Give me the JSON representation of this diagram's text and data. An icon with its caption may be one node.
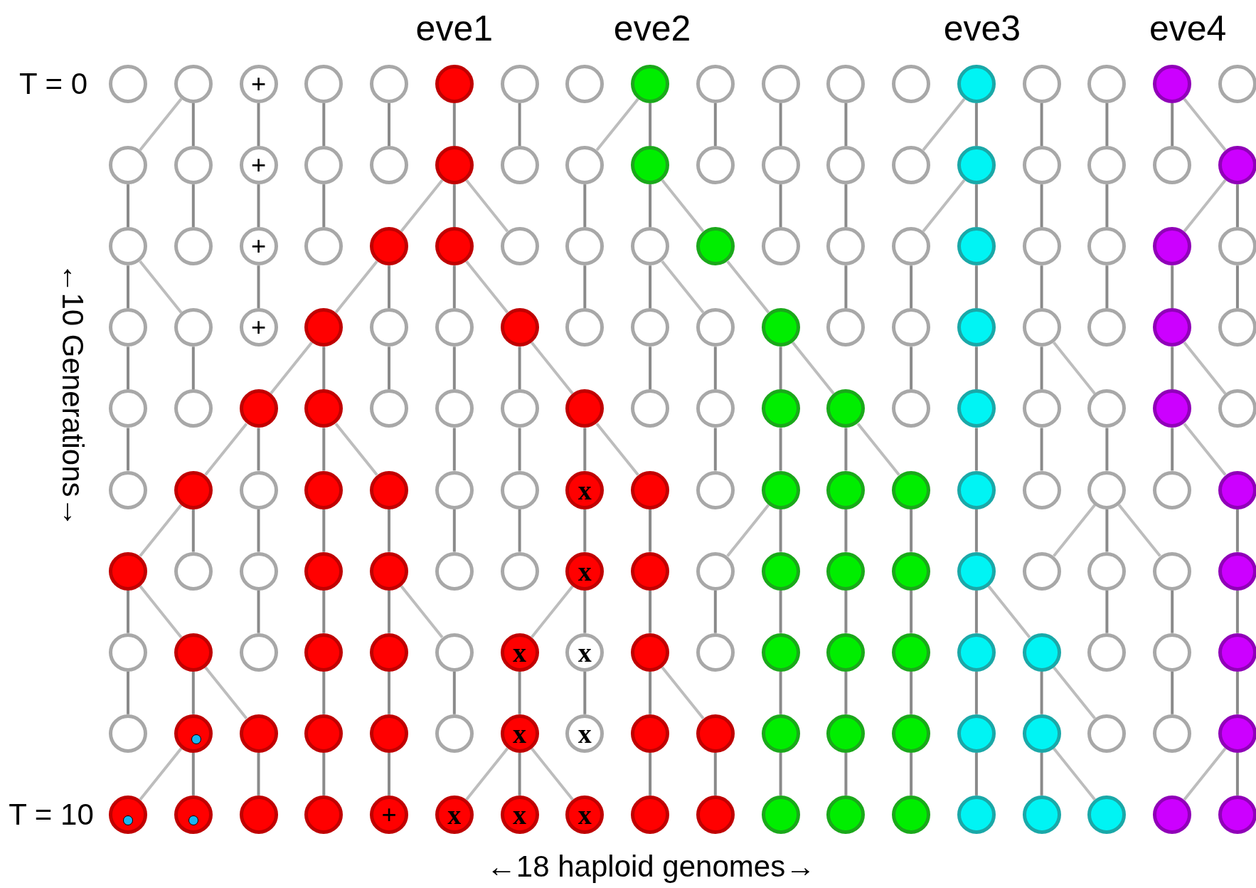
{
  "diagram": {
    "nodes": [
      {
        "text": [],
        "shape": "circle"
      },
      {
        "text": [],
        "shape": "circle"
      },
      {
        "text": [
          "+"
        ]
      },
      {
        "text": [],
        "shape": "circle"
      },
      {
        "text": [],
        "shape": "circle"
      },
      {
        "text": [],
        "shape": "circle"
      },
      {
        "text": [],
        "shape": "circle"
      },
      {
        "text": [],
        "shape": "circle"
      },
      {
        "text": [],
        "shape": "circle"
      },
      {
        "text": [],
        "shape": "circle"
      },
      {
        "text": [],
        "shape": "circle"
      },
      {
        "text": [],
        "shape": "circle"
      },
      {
        "text": [],
        "shape": "circle"
      },
      {
        "text": [],
        "shape": "circle"
      },
      {
        "text": [],
        "shape": "circle"
      },
      {
        "text": [],
        "shape": "circle"
      },
      {
        "text": [],
        "shape": "circle"
      },
      {
        "text": [],
        "shape": "circle"
      },
      {
        "text": [],
        "shape": "circle"
      },
      {
        "text": [],
        "shape": "circle"
      },
      {
        "text": [
          "+"
        ]
      },
      {
        "text": [],
        "shape": "circle"
      },
      {
        "text": [],
        "shape": "circle"
      },
      {
        "text": [],
        "shape": "circle"
      },
      {
        "text": [],
        "shape": "circle"
      },
      {
        "text": [],
        "shape": "circle"
      },
      {
        "text": [],
        "shape": "circle"
      },
      {
        "text": [],
        "shape": "circle"
      },
      {
        "text": [],
        "shape": "circle"
      },
      {
        "text": [],
        "shape": "circle"
      },
      {
        "text": [],
        "shape": "circle"
      },
      {
        "text": [],
        "shape": "circle"
      },
      {
        "text": [],
        "shape": "circle"
      },
      {
        "text": [],
        "shape": "circle"
      },
      {
        "text": [],
        "shape": "circle"
      },
      {
        "text": [],
        "shape": "circle"
      },
      {
        "text": [],
        "shape": "circle"
      },
      {
        "text": [],
        "shape": "circle"
      },
      {
        "text": [
          "+"
        ]
      },
      {
        "text": [],
        "shape": "circle"
      },
      {
        "text": [],
        "shape": "circle"
      },
      {
        "text": [],
        "shape": "circle"
      },
      {
        "text": [],
        "shape": "circle"
      },
      {
        "text": [],
        "shape": "circle"
      },
      {
        "text": [],
        "shape": "circle"
      },
      {
        "text": [],
        "shape": "circle"
      },
      {
        "text": [],
        "shape": "circle"
      },
      {
        "text": [],
        "shape": "circle"
      },
      {
        "text": [],
        "shape": "circle"
      },
      {
        "text": [],
        "shape": "circle"
      },
      {
        "text": [],
        "shape": "circle"
      },
      {
        "text": [],
        "shape": "circle"
      },
      {
        "text": [],
        "shape": "circle"
      },
      {
        "text": [],
        "shape": "circle"
      },
      {
        "text": [],
        "shape": "circle"
      },
      {
        "text": [],
        "shape": "circle"
      },
      {
        "text": [
          "+"
        ]
      },
      {
        "text": [],
        "shape": "circle"
      },
      {
        "text": [],
        "shape": "circle"
      },
      {
        "text": [],
        "shape": "circle"
      },
      {
        "text": [],
        "shape": "circle"
      },
      {
        "text": [],
        "shape": "circle"
      },
      {
        "text": [],
        "shape": "circle"
      },
      {
        "text": [],
        "shape": "circle"
      },
      {
        "text": [],
        "shape": "circle"
      },
      {
        "text": [],
        "shape": "circle"
      },
      {
        "text": [],
        "shape": "circle"
      },
      {
        "text": [],
        "shape": "circle"
      },
      {
        "text": [],
        "shape": "circle"
      },
      {
        "text": [],
        "shape": "circle"
      },
      {
        "text": [],
        "shape": "circle"
      },
      {
        "text": [],
        "shape": "circle"
      },
      {
        "text": [],
        "shape": "circle"
      },
      {
        "text": [],
        "shape": "circle"
      },
      {
        "text": [],
        "shape": "circle"
      },
      {
        "text": [],
        "shape": "circle"
      },
      {
        "text": [],
        "shape": "circle"
      },
      {
        "text": [],
        "shape": "circle"
      },
      {
        "text": [],
        "shape": "circle"
      },
      {
        "text": [],
        "shape": "circle"
      },
      {
        "text": [],
        "shape": "circle"
      },
      {
        "text": [],
        "shape": "circle"
      },
      {
        "text": [],
        "shape": "circle"
      },
      {
        "text": [],
        "shape": "circle"
      },
      {
        "text": [],
        "shape": "circle"
      },
      {
        "text": [],
        "shape": "circle"
      },
      {
        "text": [],
        "shape": "circle"
      },
      {
        "text": [],
        "shape": "circle"
      },
      {
        "text": [],
        "shape": "circle"
      },
      {
        "text": [],
        "shape": "circle"
      },
      {
        "text": [],
        "shape": "circle"
      },
      {
        "text": [],
        "shape": "circle"
      },
      {
        "text": [],
        "shape": "circle"
      },
      {
        "text": [],
        "shape": "circle"
      },
      {
        "text": [],
        "shape": "circle"
      },
      {
        "text": [],
        "shape": "circle"
      },
      {
        "text": [],
        "shape": "circle"
      },
      {
        "text": [
          "x"
        ]
      },
      {
        "text": [],
        "shape": "circle"
      },
      {
        "text": [],
        "shape": "circle"
      },
      {
        "text": [],
        "shape": "circle"
      },
      {
        "text": [],
        "shape": "circle"
      },
      {
        "text": [],
        "shape": "circle"
      },
      {
        "text": [],
        "shape": "circle"
      },
      {
        "text": [],
        "shape": "circle"
      },
      {
        "text": [],
        "shape": "circle"
      },
      {
        "text": [],
        "shape": "circle"
      },
      {
        "text": [],
        "shape": "circle"
      },
      {
        "text": [],
        "shape": "circle"
      },
      {
        "text": [],
        "shape": "circle"
      },
      {
        "text": [],
        "shape": "circle"
      },
      {
        "text": [],
        "shape": "circle"
      },
      {
        "text": [],
        "shape": "circle"
      },
      {
        "text": [],
        "shape": "circle"
      },
      {
        "text": [],
        "shape": "circle"
      },
      {
        "text": [
          "x"
        ]
      },
      {
        "text": [],
        "shape": "circle"
      },
      {
        "text": [],
        "shape": "circle"
      },
      {
        "text": [],
        "shape": "circle"
      },
      {
        "text": [],
        "shape": "circle"
      },
      {
        "text": [],
        "shape": "circle"
      },
      {
        "text": [],
        "shape": "circle"
      },
      {
        "text": [],
        "shape": "circle"
      },
      {
        "text": [],
        "shape": "circle"
      },
      {
        "text": [],
        "shape": "circle"
      },
      {
        "text": [],
        "shape": "circle"
      },
      {
        "text": [],
        "shape": "circle"
      },
      {
        "text": [],
        "shape": "circle"
      },
      {
        "text": [],
        "shape": "circle"
      },
      {
        "text": [],
        "shape": "circle"
      },
      {
        "text": [],
        "shape": "circle"
      },
      {
        "text": [],
        "shape": "circle"
      },
      {
        "text": [
          "x"
        ]
      },
      {
        "text": [
          "x"
        ]
      },
      {
        "text": [],
        "shape": "circle"
      },
      {
        "text": [],
        "shape": "circle"
      },
      {
        "text": [],
        "shape": "circle"
      },
      {
        "text": [],
        "shape": "circle"
      },
      {
        "text": [],
        "shape": "circle"
      },
      {
        "text": [],
        "shape": "circle"
      },
      {
        "text": [],
        "shape": "circle"
      },
      {
        "text": [],
        "shape": "circle"
      },
      {
        "text": [],
        "shape": "circle"
      },
      {
        "text": [],
        "shape": "circle"
      },
      {
        "text": [],
        "shape": "circle"
      },
      {
        "text": [],
        "shape": "circle"
      },
      {
        "text": [],
        "shape": "circle"
      },
      {
        "text": [],
        "shape": "circle"
      },
      {
        "text": [],
        "shape": "circle"
      },
      {
        "text": [],
        "shape": "circle"
      },
      {
        "text": [
          "x"
        ]
      },
      {
        "text": [
          "x"
        ]
      },
      {
        "text": [],
        "shape": "circle"
      },
      {
        "text": [],
        "shape": "circle"
      },
      {
        "text": [],
        "shape": "circle"
      },
      {
        "text": [],
        "shape": "circle"
      },
      {
        "text": [],
        "shape": "circle"
      },
      {
        "text": [],
        "shape": "circle"
      },
      {
        "text": [],
        "shape": "circle"
      },
      {
        "text": [],
        "shape": "circle"
      },
      {
        "text": [],
        "shape": "circle"
      },
      {
        "text": [],
        "shape": "circle"
      },
      {
        "text": [],
        "shape": "circle"
      },
      {
        "text": [],
        "shape": "circle"
      },
      {
        "text": [],
        "shape": "circle"
      },
      {
        "text": [],
        "shape": "circle"
      },
      {
        "text": [
          "+"
        ]
      },
      {
        "text": [
          "x"
        ]
      },
      {
        "text": [
          "x"
        ]
      },
      {
        "text": [
          "x"
        ]
      },
      {
        "text": [],
        "shape": "circle"
      },
      {
        "text": [],
        "shape": "circle"
      },
      {
        "text": [],
        "shape": "circle"
      },
      {
        "text": [],
        "shape": "circle"
      },
      {
        "text": [],
        "shape": "circle"
      },
      {
        "text": [],
        "shape": "circle"
      },
      {
        "text": [],
        "shape": "circle"
      },
      {
        "text": [],
        "shape": "circle"
      },
      {
        "text": [],
        "shape": "circle"
      },
      {
        "text": [],
        "shape": "circle"
      }
    ],
    "edges": [
      {
        "from": 1,
        "to": 18,
        "arrow": "none"
      },
      {
        "from": 1,
        "to": 19,
        "arrow": "none"
      },
      {
        "from": 2,
        "to": 20,
        "arrow": "none"
      },
      {
        "from": 3,
        "to": 21,
        "arrow": "none"
      },
      {
        "from": 4,
        "to": 22,
        "arrow": "none"
      },
      {
        "from": 5,
        "to": 23,
        "arrow": "none"
      },
      {
        "from": 6,
        "to": 24,
        "arrow": "none"
      },
      {
        "from": 8,
        "to": 25,
        "arrow": "none"
      },
      {
        "from": 8,
        "to": 26,
        "arrow": "none"
      },
      {
        "from": 9,
        "to": 27,
        "arrow": "none"
      },
      {
        "from": 10,
        "to": 28,
        "arrow": "none"
      },
      {
        "from": 11,
        "to": 29,
        "arrow": "none"
      },
      {
        "from": 13,
        "to": 30,
        "arrow": "none"
      },
      {
        "from": 13,
        "to": 31,
        "arrow": "none"
      },
      {
        "from": 14,
        "to": 32,
        "arrow": "none"
      },
      {
        "from": 15,
        "to": 33,
        "arrow": "none"
      },
      {
        "from": 16,
        "to": 34,
        "arrow": "none"
      },
      {
        "from": 16,
        "to": 35,
        "arrow": "none"
      },
      {
        "from": 18,
        "to": 36,
        "arrow": "none"
      },
      {
        "from": 19,
        "to": 37,
        "arrow": "none"
      },
      {
        "from": 20,
        "to": 38,
        "arrow": "none"
      },
      {
        "from": 21,
        "to": 39,
        "arrow": "none"
      },
      {
        "from": 23,
        "to": 40,
        "arrow": "none"
      },
      {
        "from": 23,
        "to": 41,
        "arrow": "none"
      },
      {
        "from": 23,
        "to": 42,
        "arrow": "none"
      },
      {
        "from": 25,
        "to": 43,
        "arrow": "none"
      },
      {
        "from": 26,
        "to": 44,
        "arrow": "none"
      },
      {
        "from": 26,
        "to": 45,
        "arrow": "none"
      },
      {
        "from": 28,
        "to": 46,
        "arrow": "none"
      },
      {
        "from": 29,
        "to": 47,
        "arrow": "none"
      },
      {
        "from": 31,
        "to": 48,
        "arrow": "none"
      },
      {
        "from": 31,
        "to": 49,
        "arrow": "none"
      },
      {
        "from": 32,
        "to": 50,
        "arrow": "none"
      },
      {
        "from": 33,
        "to": 51,
        "arrow": "none"
      },
      {
        "from": 35,
        "to": 52,
        "arrow": "none"
      },
      {
        "from": 35,
        "to": 53,
        "arrow": "none"
      },
      {
        "from": 36,
        "to": 54,
        "arrow": "none"
      },
      {
        "from": 36,
        "to": 55,
        "arrow": "none"
      },
      {
        "from": 38,
        "to": 56,
        "arrow": "none"
      },
      {
        "from": 40,
        "to": 57,
        "arrow": "none"
      },
      {
        "from": 40,
        "to": 58,
        "arrow": "none"
      },
      {
        "from": 41,
        "to": 59,
        "arrow": "none"
      },
      {
        "from": 41,
        "to": 60,
        "arrow": "none"
      },
      {
        "from": 43,
        "to": 61,
        "arrow": "none"
      },
      {
        "from": 44,
        "to": 62,
        "arrow": "none"
      },
      {
        "from": 44,
        "to": 63,
        "arrow": "none"
      },
      {
        "from": 45,
        "to": 64,
        "arrow": "none"
      },
      {
        "from": 47,
        "to": 65,
        "arrow": "none"
      },
      {
        "from": 48,
        "to": 66,
        "arrow": "none"
      },
      {
        "from": 49,
        "to": 67,
        "arrow": "none"
      },
      {
        "from": 50,
        "to": 68,
        "arrow": "none"
      },
      {
        "from": 51,
        "to": 69,
        "arrow": "none"
      },
      {
        "from": 52,
        "to": 70,
        "arrow": "none"
      },
      {
        "from": 53,
        "to": 71,
        "arrow": "none"
      },
      {
        "from": 54,
        "to": 72,
        "arrow": "none"
      },
      {
        "from": 55,
        "to": 73,
        "arrow": "none"
      },
      {
        "from": 57,
        "to": 74,
        "arrow": "none"
      },
      {
        "from": 57,
        "to": 75,
        "arrow": "none"
      },
      {
        "from": 58,
        "to": 76,
        "arrow": "none"
      },
      {
        "from": 59,
        "to": 77,
        "arrow": "none"
      },
      {
        "from": 60,
        "to": 78,
        "arrow": "none"
      },
      {
        "from": 60,
        "to": 79,
        "arrow": "none"
      },
      {
        "from": 62,
        "to": 80,
        "arrow": "none"
      },
      {
        "from": 63,
        "to": 81,
        "arrow": "none"
      },
      {
        "from": 64,
        "to": 82,
        "arrow": "none"
      },
      {
        "from": 64,
        "to": 83,
        "arrow": "none"
      },
      {
        "from": 66,
        "to": 84,
        "arrow": "none"
      },
      {
        "from": 67,
        "to": 85,
        "arrow": "none"
      },
      {
        "from": 68,
        "to": 86,
        "arrow": "none"
      },
      {
        "from": 68,
        "to": 87,
        "arrow": "none"
      },
      {
        "from": 70,
        "to": 88,
        "arrow": "none"
      },
      {
        "from": 70,
        "to": 89,
        "arrow": "none"
      },
      {
        "from": 72,
        "to": 90,
        "arrow": "none"
      },
      {
        "from": 74,
        "to": 91,
        "arrow": "none"
      },
      {
        "from": 74,
        "to": 92,
        "arrow": "none"
      },
      {
        "from": 75,
        "to": 93,
        "arrow": "none"
      },
      {
        "from": 75,
        "to": 94,
        "arrow": "none"
      },
      {
        "from": 77,
        "to": 95,
        "arrow": "none"
      },
      {
        "from": 78,
        "to": 96,
        "arrow": "none"
      },
      {
        "from": 79,
        "to": 97,
        "arrow": "none"
      },
      {
        "from": 79,
        "to": 98,
        "arrow": "none"
      },
      {
        "from": 81,
        "to": 99,
        "arrow": "none"
      },
      {
        "from": 82,
        "to": 100,
        "arrow": "none"
      },
      {
        "from": 83,
        "to": 101,
        "arrow": "none"
      },
      {
        "from": 83,
        "to": 102,
        "arrow": "none"
      },
      {
        "from": 85,
        "to": 103,
        "arrow": "none"
      },
      {
        "from": 86,
        "to": 104,
        "arrow": "none"
      },
      {
        "from": 87,
        "to": 105,
        "arrow": "none"
      },
      {
        "from": 88,
        "to": 106,
        "arrow": "none"
      },
      {
        "from": 88,
        "to": 107,
        "arrow": "none"
      },
      {
        "from": 91,
        "to": 108,
        "arrow": "none"
      },
      {
        "from": 91,
        "to": 109,
        "arrow": "none"
      },
      {
        "from": 92,
        "to": 110,
        "arrow": "none"
      },
      {
        "from": 93,
        "to": 111,
        "arrow": "none"
      },
      {
        "from": 94,
        "to": 112,
        "arrow": "none"
      },
      {
        "from": 95,
        "to": 113,
        "arrow": "none"
      },
      {
        "from": 96,
        "to": 114,
        "arrow": "none"
      },
      {
        "from": 97,
        "to": 115,
        "arrow": "none"
      },
      {
        "from": 98,
        "to": 116,
        "arrow": "none"
      },
      {
        "from": 100,
        "to": 117,
        "arrow": "none"
      },
      {
        "from": 100,
        "to": 118,
        "arrow": "none"
      },
      {
        "from": 101,
        "to": 119,
        "arrow": "none"
      },
      {
        "from": 102,
        "to": 120,
        "arrow": "none"
      },
      {
        "from": 103,
        "to": 121,
        "arrow": "none"
      },
      {
        "from": 105,
        "to": 122,
        "arrow": "none"
      },
      {
        "from": 105,
        "to": 123,
        "arrow": "none"
      },
      {
        "from": 105,
        "to": 124,
        "arrow": "none"
      },
      {
        "from": 107,
        "to": 125,
        "arrow": "none"
      },
      {
        "from": 108,
        "to": 126,
        "arrow": "none"
      },
      {
        "from": 108,
        "to": 127,
        "arrow": "none"
      },
      {
        "from": 110,
        "to": 128,
        "arrow": "none"
      },
      {
        "from": 111,
        "to": 129,
        "arrow": "none"
      },
      {
        "from": 112,
        "to": 130,
        "arrow": "none"
      },
      {
        "from": 112,
        "to": 131,
        "arrow": "none"
      },
      {
        "from": 115,
        "to": 132,
        "arrow": "none"
      },
      {
        "from": 115,
        "to": 133,
        "arrow": "none"
      },
      {
        "from": 116,
        "to": 134,
        "arrow": "none"
      },
      {
        "from": 117,
        "to": 135,
        "arrow": "none"
      },
      {
        "from": 118,
        "to": 136,
        "arrow": "none"
      },
      {
        "from": 119,
        "to": 137,
        "arrow": "none"
      },
      {
        "from": 120,
        "to": 138,
        "arrow": "none"
      },
      {
        "from": 121,
        "to": 139,
        "arrow": "none"
      },
      {
        "from": 121,
        "to": 140,
        "arrow": "none"
      },
      {
        "from": 123,
        "to": 141,
        "arrow": "none"
      },
      {
        "from": 124,
        "to": 142,
        "arrow": "none"
      },
      {
        "from": 125,
        "to": 143,
        "arrow": "none"
      },
      {
        "from": 126,
        "to": 144,
        "arrow": "none"
      },
      {
        "from": 127,
        "to": 145,
        "arrow": "none"
      },
      {
        "from": 127,
        "to": 146,
        "arrow": "none"
      },
      {
        "from": 129,
        "to": 147,
        "arrow": "none"
      },
      {
        "from": 130,
        "to": 148,
        "arrow": "none"
      },
      {
        "from": 131,
        "to": 149,
        "arrow": "none"
      },
      {
        "from": 132,
        "to": 150,
        "arrow": "none"
      },
      {
        "from": 133,
        "to": 151,
        "arrow": "none"
      },
      {
        "from": 134,
        "to": 152,
        "arrow": "none"
      },
      {
        "from": 134,
        "to": 153,
        "arrow": "none"
      },
      {
        "from": 136,
        "to": 154,
        "arrow": "none"
      },
      {
        "from": 137,
        "to": 155,
        "arrow": "none"
      },
      {
        "from": 138,
        "to": 156,
        "arrow": "none"
      },
      {
        "from": 139,
        "to": 157,
        "arrow": "none"
      },
      {
        "from": 140,
        "to": 158,
        "arrow": "none"
      },
      {
        "from": 140,
        "to": 159,
        "arrow": "none"
      },
      {
        "from": 142,
        "to": 160,
        "arrow": "none"
      },
      {
        "from": 143,
        "to": 161,
        "arrow": "none"
      },
      {
        "from": 145,
        "to": 162,
        "arrow": "none"
      },
      {
        "from": 145,
        "to": 163,
        "arrow": "none"
      },
      {
        "from": 146,
        "to": 164,
        "arrow": "none"
      },
      {
        "from": 147,
        "to": 165,
        "arrow": "none"
      },
      {
        "from": 148,
        "to": 166,
        "arrow": "none"
      },
      {
        "from": 150,
        "to": 167,
        "arrow": "none"
      },
      {
        "from": 150,
        "to": 168,
        "arrow": "none"
      },
      {
        "from": 150,
        "to": 169,
        "arrow": "none"
      },
      {
        "from": 152,
        "to": 170,
        "arrow": "none"
      },
      {
        "from": 153,
        "to": 171,
        "arrow": "none"
      },
      {
        "from": 154,
        "to": 172,
        "arrow": "none"
      },
      {
        "from": 155,
        "to": 173,
        "arrow": "none"
      },
      {
        "from": 156,
        "to": 174,
        "arrow": "none"
      },
      {
        "from": 157,
        "to": 175,
        "arrow": "none"
      },
      {
        "from": 158,
        "to": 176,
        "arrow": "none"
      },
      {
        "from": 158,
        "to": 177,
        "arrow": "none"
      },
      {
        "from": 161,
        "to": 178,
        "arrow": "none"
      },
      {
        "from": 161,
        "to": 179,
        "arrow": "none"
      }
    ],
    "labels": [
      "eve1",
      "eve2",
      "eve3",
      "eve4",
      "T = 0",
      "←10 Generations→",
      "T = 10",
      "←18 haploid genomes→"
    ]
  }
}
